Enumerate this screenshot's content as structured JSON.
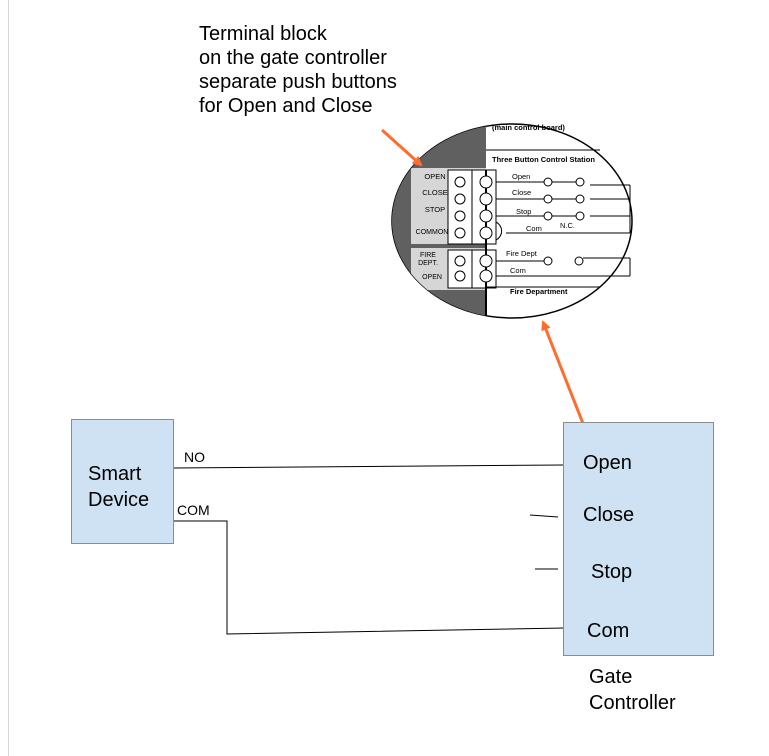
{
  "caption": {
    "lines": [
      "Terminal block",
      "on the gate controller",
      "separate push buttons",
      "for Open and Close"
    ]
  },
  "smart_device": {
    "name_line1": "Smart",
    "name_line2": "Device",
    "outputs": {
      "no": "NO",
      "com": "COM"
    }
  },
  "gate_controller": {
    "name_line1": "Gate",
    "name_line2": "Controller",
    "terminals": {
      "open": "Open",
      "close": "Close",
      "stop": "Stop",
      "com": "Com"
    }
  },
  "inset": {
    "board_label": "(main control board)",
    "station_title": "Three Button Control Station",
    "buttons": {
      "open": "Open",
      "close": "Close",
      "stop": "Stop",
      "com": "Com",
      "nc": "N.C."
    },
    "fire": {
      "dept": "Fire Dept",
      "com": "Com",
      "title": "Fire Department"
    },
    "terminal_labels": {
      "open": "OPEN",
      "close": "CLOSE",
      "stop": "STOP",
      "common": "COMMON",
      "fire_line1": "FIRE",
      "fire_line2": "DEPT.",
      "fire_line3": "OPEN"
    }
  },
  "colors": {
    "box_fill": "#cfe2f3",
    "arrow": "#ff6d2e",
    "wire": "#000000"
  }
}
